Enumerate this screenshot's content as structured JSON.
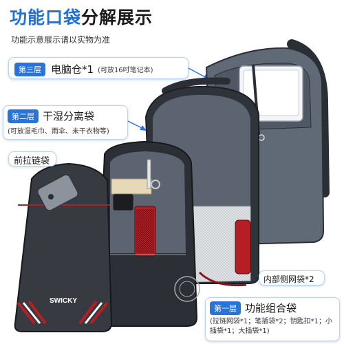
{
  "header": {
    "title_accent": "功能口袋",
    "title_rest": "分解展示",
    "subtitle": "功能示意展示请以实物为准"
  },
  "callouts": {
    "layer3": {
      "tag": "第三层",
      "name": "电脑仓*1",
      "note": "(可放16吋笔记本)"
    },
    "layer2": {
      "tag": "第二层",
      "name": "干湿分离袋",
      "note": "(可放湿毛巾、雨伞、未干衣物等)"
    },
    "front_zip": {
      "name": "前拉链袋"
    },
    "inner_net": {
      "name": "内部侧网袋*2"
    },
    "layer1": {
      "tag": "第一层",
      "name": "功能组合袋",
      "note": "(拉链网袋*1；笔插袋*2；钥匙扣*1；小插袋*1；大插袋*1)"
    }
  },
  "brand": {
    "logo_text": "SWICKY"
  },
  "colors": {
    "accent_blue": "#1e6fd6",
    "tag_blue": "#2a73d9",
    "bag_gray": "#5b6470",
    "bag_dark": "#3a3f46",
    "lining_red": "#b51e24"
  }
}
